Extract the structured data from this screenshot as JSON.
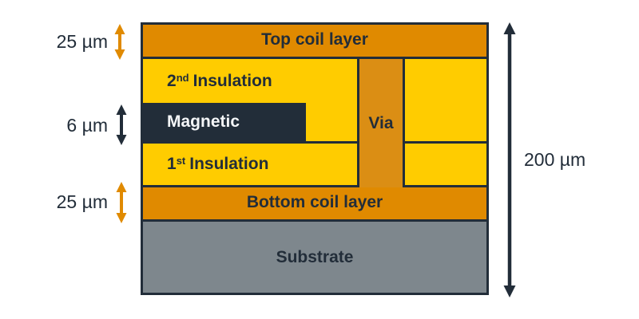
{
  "palette": {
    "orange": "#e08a00",
    "via_orange": "#db8e14",
    "yellow": "#ffcc00",
    "dark": "#222d39",
    "substrate_gray": "#7e878d",
    "text_light": "#f4f6f8"
  },
  "dimensions": {
    "top_coil_thickness": "25 µm",
    "magnetic_thickness": "6 µm",
    "bottom_coil_thickness": "25 µm",
    "total_height": "200 µm"
  },
  "layers": {
    "top_coil": "Top coil layer",
    "insulation2": {
      "num": "2",
      "sup": "nd",
      "name": "Insulation"
    },
    "magnetic": "Magnetic",
    "via": "Via",
    "insulation1": {
      "num": "1",
      "sup": "st",
      "name": "Insulation"
    },
    "bottom_coil": "Bottom coil layer",
    "substrate": "Substrate"
  }
}
